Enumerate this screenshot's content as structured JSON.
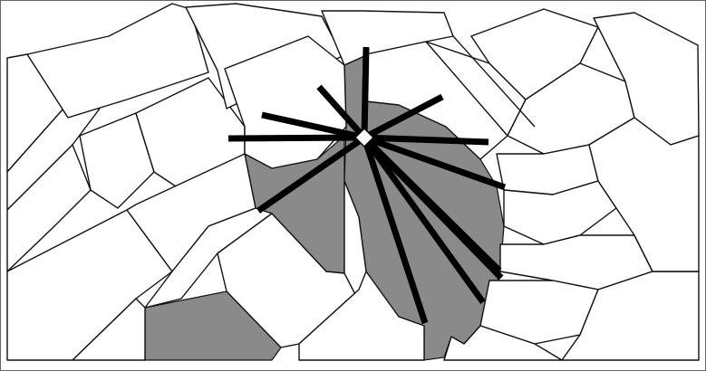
{
  "colors": {
    "background": "#ffffff",
    "outline": "#111111",
    "open_space": "#8a8a8a",
    "sight_rays": "#000000",
    "viewpoint": "#ffffff"
  },
  "diagram": {
    "kind": "isovist sight-line diagram over axonometric city blocks",
    "viewpoint_marker": "diamond",
    "ray_count": 12,
    "text": []
  }
}
